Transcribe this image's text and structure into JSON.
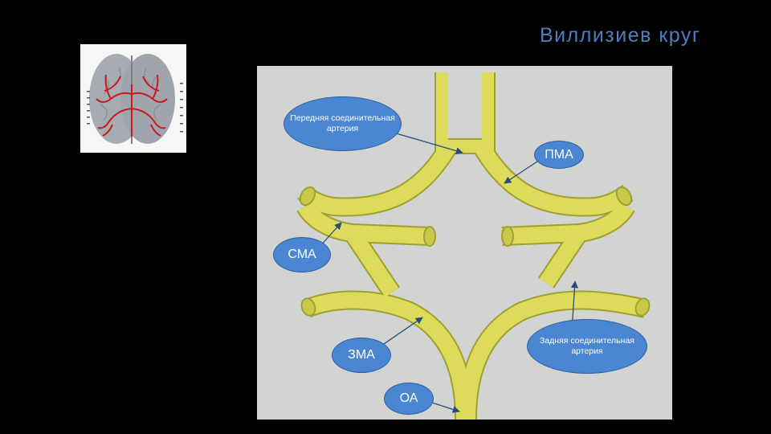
{
  "title": "Виллизиев круг",
  "thumbnail": {
    "icon": "brain-arteries-icon"
  },
  "colors": {
    "background": "#000000",
    "title": "#4f7fc0",
    "diagram_background": "#d2d4d1",
    "vessel": "#dcdc5a",
    "vessel_outline": "#a0a032",
    "label_fill": "#4a86d2",
    "arrow": "#2a4a7a"
  },
  "labels": {
    "acomm": "Передняя соединительная артерия",
    "aca": "ПМА",
    "mca": "СМА",
    "pcomm": "Задняя соединительная артерия",
    "pca": "ЗМА",
    "ba": "ОА"
  }
}
